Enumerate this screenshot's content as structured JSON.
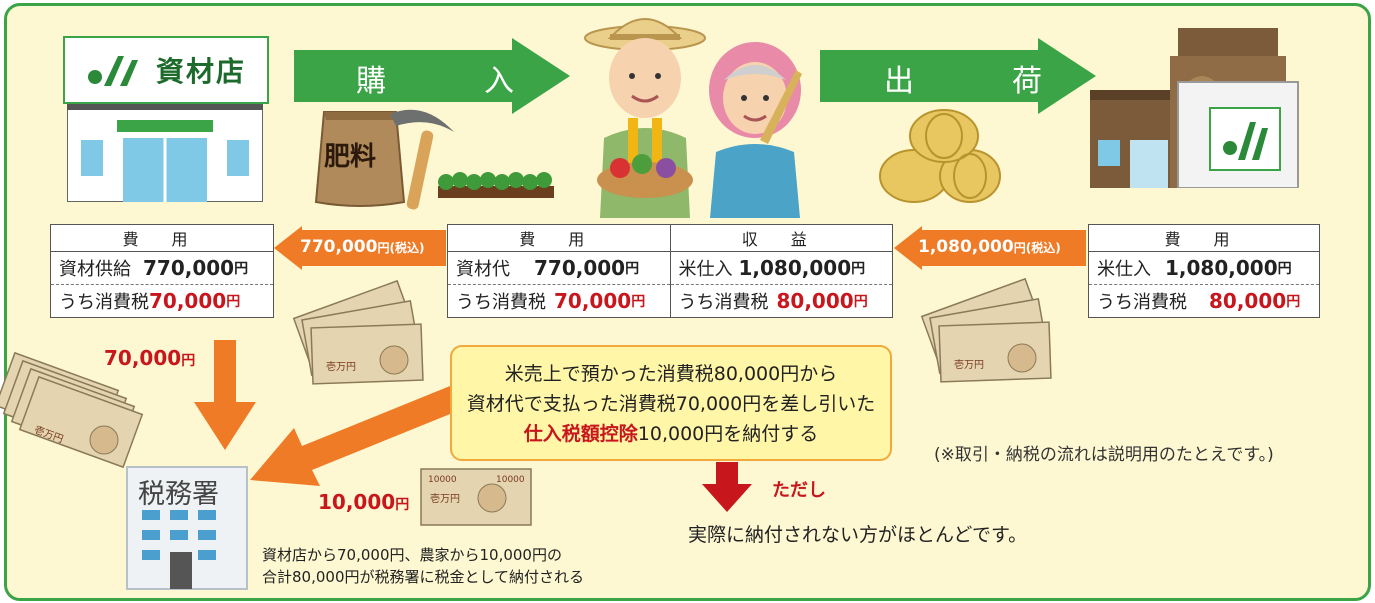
{
  "store_sign": {
    "name": "資材店"
  },
  "arrows": {
    "purchase": "購　入",
    "ship": "出　荷"
  },
  "fertilizer_label": "肥料",
  "left_box": {
    "header": "費 用",
    "row1_label": "資材供給",
    "row1_value": "770,000",
    "row2_label": "うち消費税",
    "row2_value": "70,000",
    "yen": "円"
  },
  "farmer_box": {
    "cost_header": "費 用",
    "cost_row1_label": "資材代",
    "cost_row1_value": "770,000",
    "cost_row2_label": "うち消費税",
    "cost_row2_value": "70,000",
    "income_header": "収 益",
    "income_row1_label": "米仕入",
    "income_row1_value": "1,080,000",
    "income_row2_label": "うち消費税",
    "income_row2_value": "80,000",
    "yen": "円"
  },
  "right_box": {
    "header": "費 用",
    "row1_label": "米仕入",
    "row1_value": "1,080,000",
    "row2_label": "うち消費税",
    "row2_value": "80,000",
    "yen": "円"
  },
  "flow_left": {
    "amount": "770,000",
    "yen": "円",
    "note": "(税込)"
  },
  "flow_right": {
    "amount": "1,080,000",
    "yen": "円",
    "note": "(税込)"
  },
  "tax_store_amount": {
    "amount": "70,000",
    "yen": "円"
  },
  "tax_farmer_amount": {
    "amount": "10,000",
    "yen": "円"
  },
  "callout": {
    "line1": "米売上で預かった消費税80,000円から",
    "line2": "資材代で支払った消費税70,000円を差し引いた",
    "line3_bold": "仕入税額控除",
    "line3_rest": "10,000円を納付する"
  },
  "however": {
    "label": "ただし",
    "note": "実際に納付されない方がほとんどです。"
  },
  "tax_office": {
    "name": "税務署"
  },
  "footnote": "(※取引・納税の流れは説明用のたとえです。)",
  "tax_summary": {
    "line1": "資材店から70,000円、農家から10,000円の",
    "line2": "合計80,000円が税務署に税金として納付される"
  },
  "bill_text": {
    "denomination": "10000",
    "label": "壱万円"
  },
  "colors": {
    "green": "#3aa447",
    "orange": "#ef7b27",
    "red": "#c8161d",
    "background": "#fdf8d2"
  }
}
